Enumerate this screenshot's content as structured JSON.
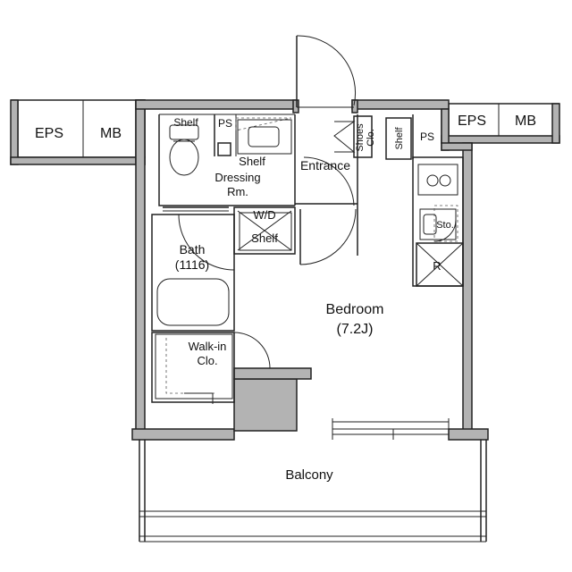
{
  "rooms": {
    "eps_left": "EPS",
    "mb_left": "MB",
    "eps_right": "EPS",
    "mb_right": "MB",
    "shelf_toilet": "Shelf",
    "ps_left": "PS",
    "shelf_dressing": "Shelf",
    "dressing_line1": "Dressing",
    "dressing_line2": "Rm.",
    "entrance": "Entrance",
    "shoes_line1": "Shoes",
    "shoes_line2": "Clo.",
    "shelf_entry": "Shelf",
    "ps_right": "PS",
    "wd": "W/D",
    "shelf_wd": "Shelf",
    "bath_line1": "Bath",
    "bath_line2": "(1116)",
    "sto": "Sto.",
    "refrigerator": "R",
    "bedroom_line1": "Bedroom",
    "bedroom_line2": "(7.2J)",
    "walkin_line1": "Walk-in",
    "walkin_line2": "Clo.",
    "balcony": "Balcony"
  }
}
